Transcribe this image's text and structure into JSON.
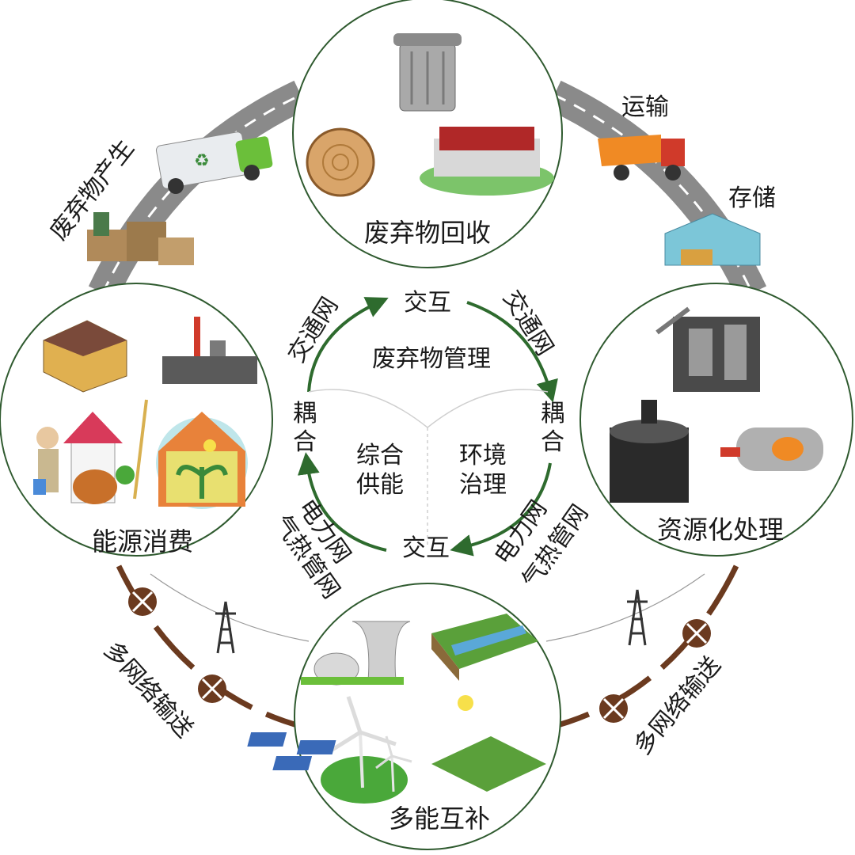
{
  "nodes": {
    "waste_recycling": "废弃物回收",
    "resource_processing": "资源化处理",
    "multi_energy": "多能互补",
    "energy_consumption": "能源消费"
  },
  "outer_labels": {
    "waste_generation": "废弃物产生",
    "transport": "运输",
    "storage": "存储",
    "multi_network_left": "多网络输送",
    "multi_network_right": "多网络输送"
  },
  "center": {
    "title": "废弃物管理",
    "left_quadrant": [
      "综合",
      "供能"
    ],
    "right_quadrant": [
      "环境",
      "治理"
    ],
    "interact_top": "交互",
    "interact_bottom": "交互",
    "coupling_left": [
      "耦",
      "合"
    ],
    "coupling_right": [
      "耦",
      "合"
    ],
    "traffic_left": "交通网",
    "traffic_right": "交通网",
    "power_left": [
      "电力网",
      "气热管网"
    ],
    "power_right": [
      "电力网",
      "气热管网"
    ]
  },
  "icons": {
    "waste_recycling": [
      "trash-can-icon",
      "wood-log-icon",
      "landfill-icon"
    ],
    "resource_processing": [
      "gasifier-icon",
      "stove-icon",
      "boiler-icon"
    ],
    "multi_energy": [
      "cooling-tower-icon",
      "hydro-dam-icon",
      "wind-turbine-icon",
      "solar-panel-icon"
    ],
    "energy_consumption": [
      "building-icon",
      "factory-icon",
      "farmer-icon",
      "house-icon",
      "green-home-icon"
    ],
    "outer": [
      "garbage-truck-icon",
      "waste-pile-icon",
      "dump-truck-icon",
      "warehouse-icon",
      "power-tower-icon"
    ]
  },
  "colors": {
    "circle_stroke": "#2f5a2f",
    "arrow_green": "#2e6b2e",
    "road": "#8a8a8a",
    "pipe_brown": "#6b3a1f"
  }
}
